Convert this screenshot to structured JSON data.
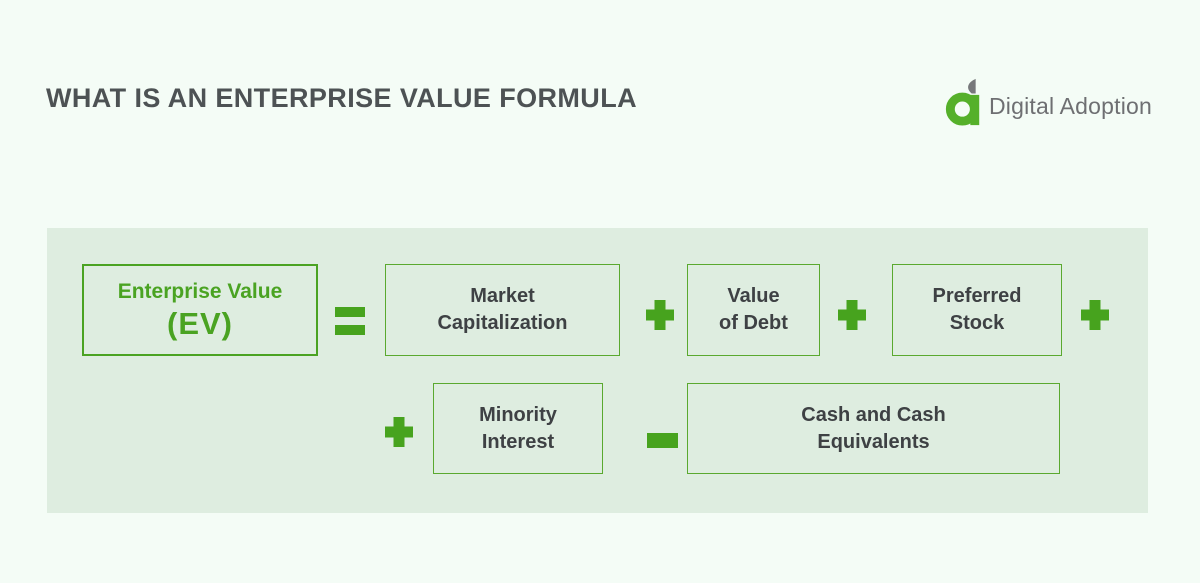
{
  "header": {
    "title": "WHAT IS AN ENTERPRISE VALUE FORMULA",
    "logo_text": "Digital Adoption"
  },
  "formula": {
    "expression": "Enterprise Value (EV) = Market Capitalization + Value of Debt + Preferred Stock + Minority Interest − Cash and Cash Equivalents",
    "result_box": {
      "line1": "Enterprise Value",
      "line2": "(EV)"
    },
    "operators": {
      "equals": "=",
      "plus": "+",
      "minus": "−"
    },
    "terms": [
      {
        "id": "market-capitalization",
        "line1": "Market",
        "line2": "Capitalization"
      },
      {
        "id": "value-of-debt",
        "line1": "Value",
        "line2": "of Debt"
      },
      {
        "id": "preferred-stock",
        "line1": "Preferred",
        "line2": "Stock"
      },
      {
        "id": "minority-interest",
        "line1": "Minority",
        "line2": "Interest"
      },
      {
        "id": "cash-and-cash-equivalents",
        "line1": "Cash and Cash",
        "line2": "Equivalents"
      }
    ]
  },
  "colors": {
    "page_background": "#f4fcf6",
    "panel_background": "#deede0",
    "accent_green": "#47a31e",
    "box_border_green": "#5aa92f",
    "logo_green": "#55b02a",
    "logo_leaf_gray": "#77787b",
    "title_color": "#4d5254",
    "box_text_color": "#3e4144",
    "logo_text_color": "#6e6f72"
  }
}
